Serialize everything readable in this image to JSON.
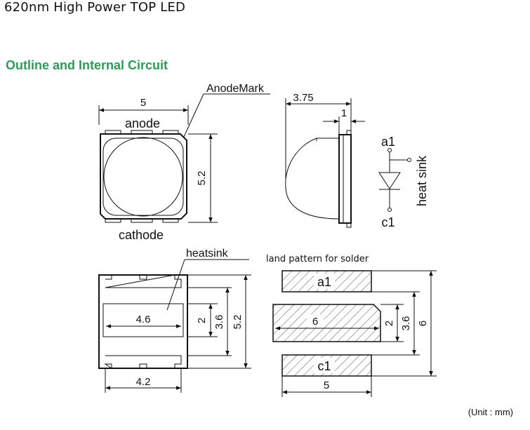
{
  "header": {
    "title": "620nm High Power TOP LED",
    "section_title": "Outline and Internal Circuit",
    "unit_note": "(Unit : mm)"
  },
  "top_view": {
    "width_dim": "5",
    "height_dim": "5.2",
    "anode_label": "anode",
    "cathode_label": "cathode",
    "anode_mark_label": "AnodeMark"
  },
  "side_view": {
    "height_dim": "3.75",
    "lens_offset_dim": "1"
  },
  "circuit": {
    "anode_label": "a1",
    "cathode_label": "c1",
    "heat_sink_label": "heat sink"
  },
  "bottom_view": {
    "heatsink_label": "heatsink",
    "pad_width_dim": "4.6",
    "pad_height_dim": "2",
    "inner_height_dim": "3.6",
    "total_height_dim": "5.2",
    "bottom_width_dim": "4.2"
  },
  "land_pattern": {
    "title": "land pattern for solder",
    "pad_a_label": "a1",
    "pad_center_label": "6",
    "pad_c_label": "c1",
    "center_height_dim": "2",
    "inner_height_dim": "3.6",
    "total_height_dim": "6",
    "width_dim": "5"
  }
}
